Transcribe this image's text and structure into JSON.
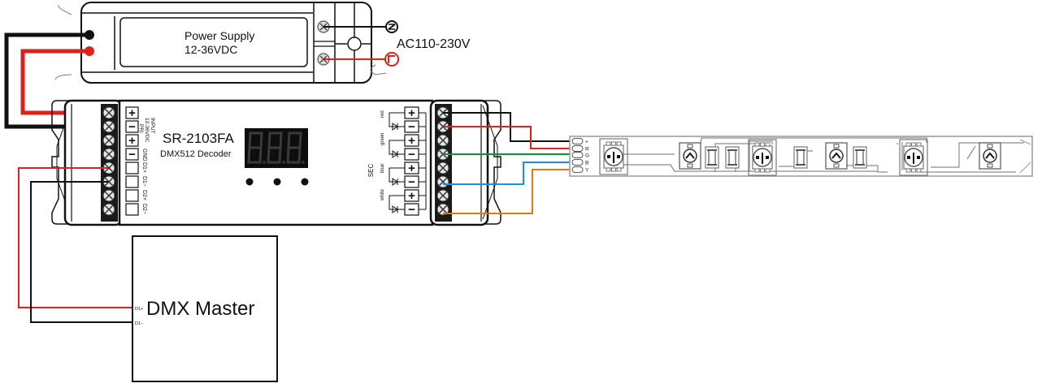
{
  "power_supply": {
    "title": "Power Supply",
    "voltage": "12-36VDC",
    "ac_label": "AC110-230V",
    "ac_terminals": [
      "N",
      "L"
    ]
  },
  "decoder": {
    "model": "SR-2103FA",
    "subtitle": "DMX512  Decoder",
    "display": "8.8.8.",
    "button_count": 3,
    "input_label": "INPUT",
    "input_voltage": "12-36VDC",
    "pri_label": "PRI",
    "left_pins": [
      "+",
      "−",
      "+",
      "−",
      "",
      "",
      "",
      ""
    ],
    "left_pin_labels": [
      "",
      "",
      "",
      "GND",
      "D1+",
      "D1−",
      "D2+",
      "D2−"
    ],
    "sec_label": "SEC",
    "channels": [
      "red",
      "green",
      "blue",
      "white"
    ],
    "right_pins": [
      "+",
      "−",
      "+",
      "−",
      "+",
      "−",
      "+",
      "−"
    ]
  },
  "led_strip": {
    "pads": [
      "+",
      "R",
      "G",
      "B",
      "Y"
    ]
  },
  "dmx_master": {
    "title": "DMX Master",
    "pins": [
      "D1+",
      "D1−"
    ]
  },
  "wire_colors": {
    "black": "#111111",
    "red": "#d9231b",
    "green": "#1a8a3a",
    "blue": "#1e8fd9",
    "orange": "#e07b12"
  }
}
